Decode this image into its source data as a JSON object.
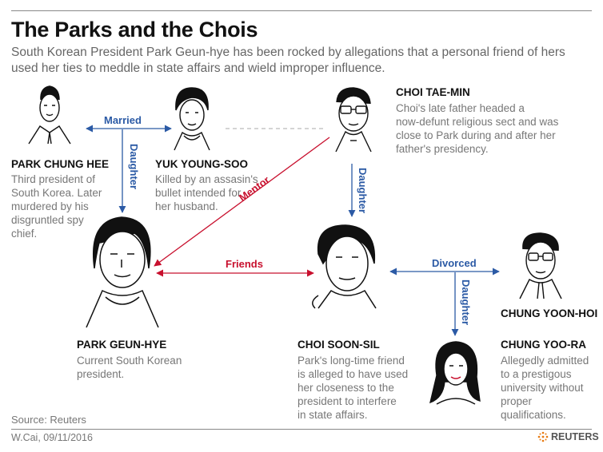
{
  "title": "The Parks and the Chois",
  "subtitle": "South Korean President Park Geun-hye has been rocked by allegations that a personal friend of hers used her ties to meddle in state affairs and wield improper influence.",
  "people": {
    "park_chung_hee": {
      "name": "PARK CHUNG HEE",
      "desc": [
        "Third president of",
        "South Korea. Later",
        "murdered by his",
        "disgruntled spy",
        "chief."
      ]
    },
    "yuk_young_soo": {
      "name": "YUK YOUNG-SOO",
      "desc": [
        "Killed by an assasin's",
        "bullet intended for",
        "her husband."
      ]
    },
    "choi_tae_min": {
      "name": "CHOI TAE-MIN",
      "desc": [
        "Choi's late father headed a",
        "now-defunt religious sect and was",
        "close to Park during and after her",
        "father's presidency."
      ]
    },
    "park_geun_hye": {
      "name": "PARK GEUN-HYE",
      "desc": [
        "Current South Korean",
        "president."
      ]
    },
    "choi_soon_sil": {
      "name": "CHOI SOON-SIL",
      "desc": [
        "Park's long-time friend",
        "is alleged to have used",
        "her closeness to the",
        "president to interfere",
        "in state affairs."
      ]
    },
    "chung_yoon_hoi": {
      "name": "CHUNG YOON-HOI",
      "desc": []
    },
    "chung_yoo_ra": {
      "name": "CHUNG YOO-RA",
      "desc": [
        "Allegedly admitted",
        "to a prestigous",
        "university without",
        "proper",
        "qualifications."
      ]
    }
  },
  "relations": {
    "married": "Married",
    "daughter_park": "Daughter",
    "daughter_choi": "Daughter",
    "mentor": "Mentor",
    "friends": "Friends",
    "divorced": "Divorced",
    "daughter_chung": "Daughter"
  },
  "colors": {
    "blue": "#2b5aa5",
    "red": "#c8102e"
  },
  "footer": {
    "source": "Source: Reuters",
    "credit": "W.Cai,  09/11/2016",
    "logo": "REUTERS"
  }
}
